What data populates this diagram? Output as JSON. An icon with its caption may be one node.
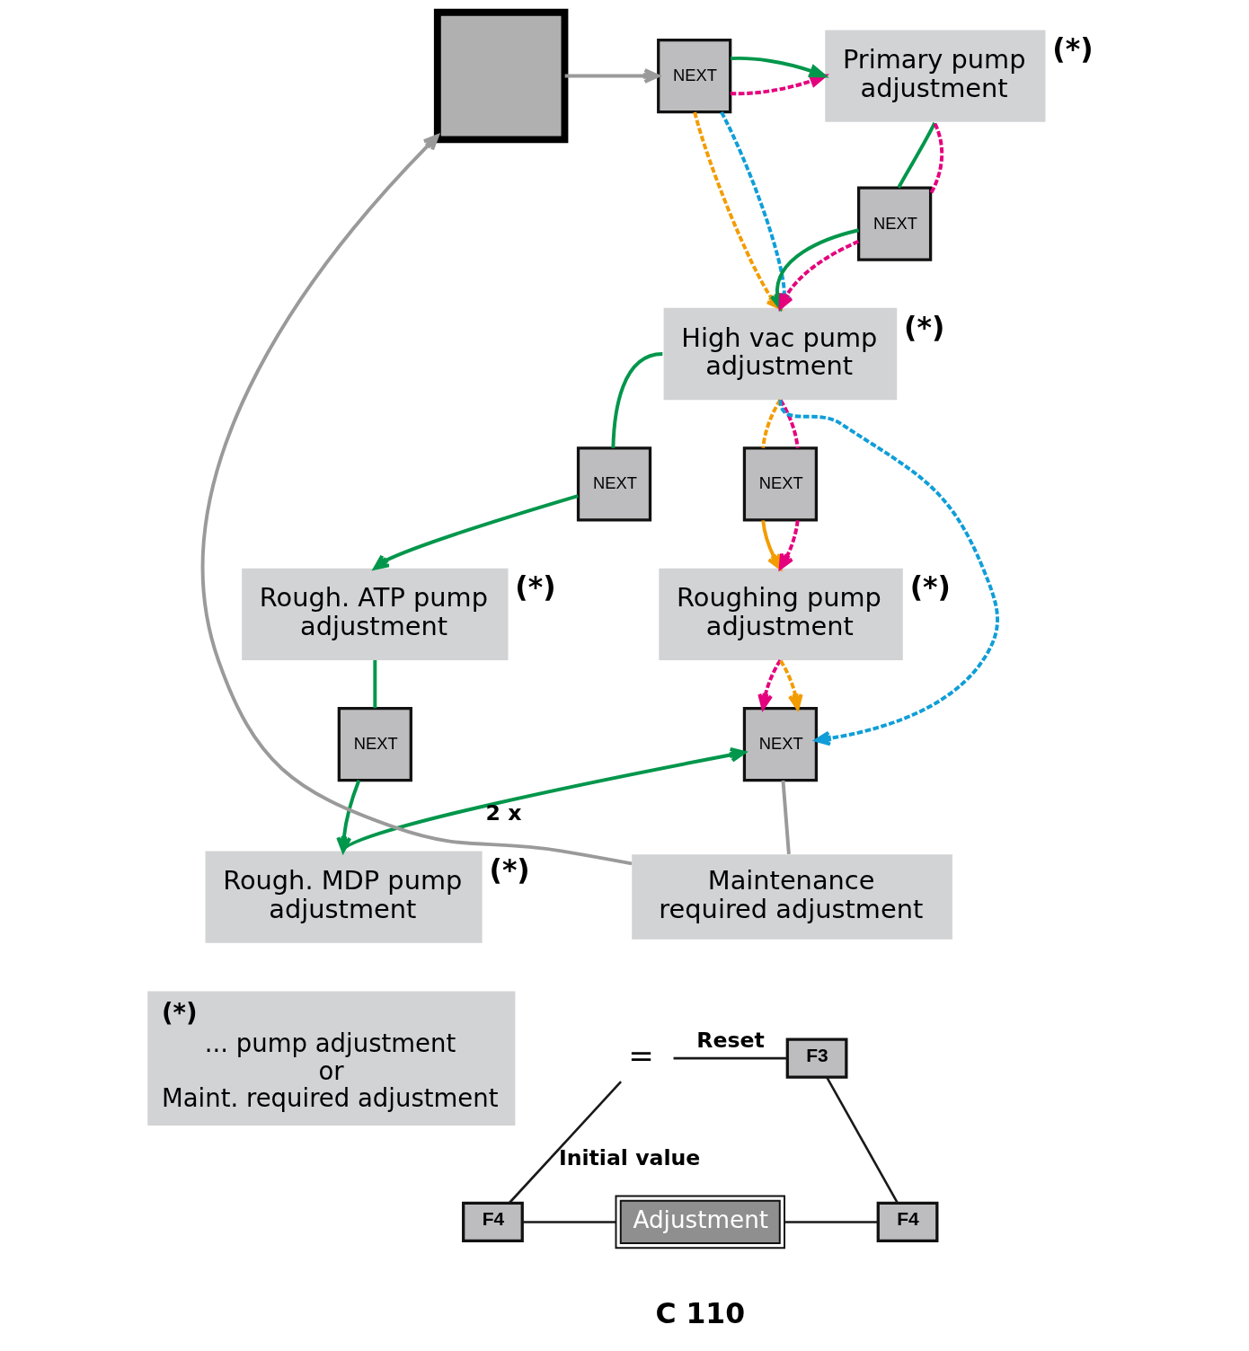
{
  "diagram": {
    "nodes": [
      {
        "text": [],
        "shape": "box"
      },
      {
        "text": [
          "NEXT"
        ]
      },
      {
        "text": [
          "Primary pump adjustment"
        ],
        "beside": [
          "(*)"
        ]
      },
      {
        "text": [
          "NEXT"
        ]
      },
      {
        "text": [
          "High vac pump adjustment"
        ],
        "beside": [
          "(*)"
        ]
      },
      {
        "text": [
          "NEXT"
        ]
      },
      {
        "text": [
          "NEXT"
        ]
      },
      {
        "text": [
          "Rough. ATP pump adjustment"
        ],
        "beside": [
          "(*)"
        ]
      },
      {
        "text": [
          "Roughing pump adjustment"
        ],
        "beside": [
          "(*)"
        ]
      },
      {
        "text": [
          "NEXT"
        ]
      },
      {
        "text": [
          "Rough. MDP pump adjustment"
        ],
        "beside": [
          "(*)"
        ]
      },
      {
        "text": [
          "NEXT"
        ]
      },
      {
        "text": [
          "Maintenance required adjustment"
        ]
      },
      {
        "text": [
          "(*)",
          "... pump adjustment or Maint. required adjustment"
        ]
      },
      {
        "text": [
          "="
        ]
      },
      {
        "text": [
          "F3"
        ]
      },
      {
        "text": [
          "F4"
        ]
      },
      {
        "text": [
          "Adjustment"
        ]
      },
      {
        "text": [
          "F4"
        ]
      }
    ],
    "edges": [
      {
        "from": 0,
        "to": 1,
        "arrow": "to",
        "color": "#9a9a9a"
      },
      {
        "from": 1,
        "to": 2,
        "arrow": "to",
        "style": "dashed",
        "color": "#e5007d"
      },
      {
        "from": 1,
        "to": 2,
        "arrow": "to",
        "color": "#00964b"
      },
      {
        "from": 1,
        "to": 4,
        "arrow": "to",
        "style": "dashed",
        "color": "#f39c00"
      },
      {
        "from": 1,
        "to": 4,
        "arrow": "to",
        "style": "dashed",
        "color": "#0f9ed8"
      },
      {
        "from": 2,
        "to": 3,
        "arrow": "none",
        "color": "#00964b"
      },
      {
        "from": 2,
        "to": 3,
        "arrow": "none",
        "style": "dashed",
        "color": "#e5007d"
      },
      {
        "from": 3,
        "to": 4,
        "arrow": "to",
        "color": "#00964b"
      },
      {
        "from": 3,
        "to": 4,
        "arrow": "to",
        "style": "dashed",
        "color": "#e5007d"
      },
      {
        "from": 4,
        "to": 11,
        "arrow": "to",
        "style": "dashed",
        "color": "#0f9ed8"
      },
      {
        "from": 4,
        "to": 5,
        "arrow": "none",
        "color": "#00964b"
      },
      {
        "from": 4,
        "to": 6,
        "arrow": "none",
        "style": "dashed",
        "color": "#f39c00"
      },
      {
        "from": 4,
        "to": 6,
        "arrow": "none",
        "style": "dashed",
        "color": "#e5007d"
      },
      {
        "from": 5,
        "to": 7,
        "arrow": "to",
        "color": "#00964b"
      },
      {
        "from": 6,
        "to": 8,
        "arrow": "to",
        "color": "#f39c00"
      },
      {
        "from": 6,
        "to": 8,
        "arrow": "to",
        "style": "dashed",
        "color": "#e5007d"
      },
      {
        "from": 7,
        "to": 9,
        "arrow": "none",
        "color": "#00964b"
      },
      {
        "from": 9,
        "to": 10,
        "arrow": "to",
        "color": "#00964b"
      },
      {
        "from": 8,
        "to": 11,
        "arrow": "to",
        "style": "dashed",
        "color": "#e5007d"
      },
      {
        "from": 8,
        "to": 11,
        "arrow": "to",
        "style": "dashed",
        "color": "#f39c00"
      },
      {
        "from": 10,
        "to": 11,
        "arrow": "to",
        "label": "2 x",
        "color": "#00964b"
      },
      {
        "from": 11,
        "to": 12,
        "arrow": "none",
        "color": "#9a9a9a"
      },
      {
        "from": 12,
        "to": 0,
        "arrow": "to",
        "color": "#9a9a9a"
      },
      {
        "from": 14,
        "to": 15,
        "arrow": "none",
        "label": "Reset",
        "color": "#1a1a1a"
      },
      {
        "from": 14,
        "to": 16,
        "arrow": "none",
        "label": "Initial value",
        "color": "#1a1a1a"
      },
      {
        "from": 16,
        "to": 17,
        "arrow": "none",
        "color": "#1a1a1a"
      },
      {
        "from": 17,
        "to": 18,
        "arrow": "none",
        "color": "#1a1a1a"
      },
      {
        "from": 15,
        "to": 18,
        "arrow": "none",
        "color": "#1a1a1a"
      }
    ],
    "labels": [
      "C 110"
    ]
  }
}
